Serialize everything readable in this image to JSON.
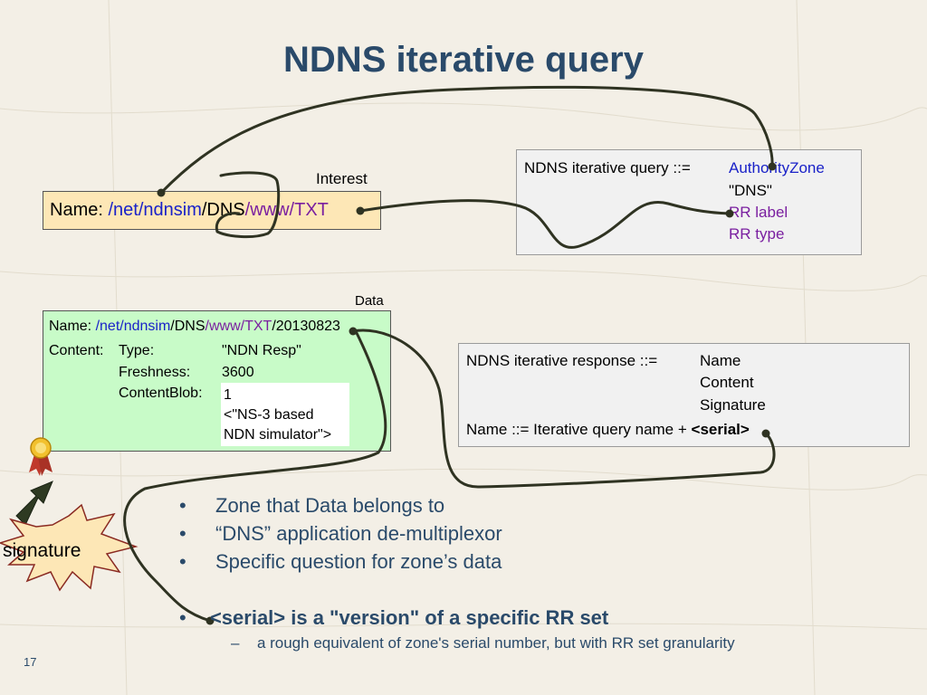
{
  "title": "NDNS iterative query",
  "interest": {
    "caption": "Interest",
    "name_label": "Name:",
    "seg_prefix": "/net/ndnsim",
    "seg_dns": "/DNS",
    "seg_label": "/www",
    "seg_type": "/TXT"
  },
  "query_def": {
    "lhs": "NDNS iterative query ::=",
    "items": [
      "AuthorityZone",
      "\"DNS\"",
      "RR label",
      "RR type"
    ]
  },
  "data_packet": {
    "caption": "Data",
    "name_label": "Name:",
    "seg_prefix": "/net/ndnsim",
    "seg_dns": "/DNS",
    "seg_label": "/www",
    "seg_type": "/TXT",
    "seg_serial": "/20130823",
    "content_label": "Content:",
    "type_label": "Type:",
    "type_value": "\"NDN Resp\"",
    "freshness_label": "Freshness:",
    "freshness_value": "3600",
    "blob_label": "ContentBlob:",
    "blob_lines": [
      "1",
      "<\"NS-3 based",
      "NDN simulator\">"
    ]
  },
  "response_def": {
    "lhs": "NDNS iterative response ::=",
    "items": [
      "Name",
      "Content",
      "Signature"
    ],
    "name_rule": "Name ::= Iterative query name +",
    "name_rule_bold": "<serial>"
  },
  "signature_label": "signature",
  "bullets": [
    "Zone that Data belongs to",
    "“DNS” application de-multiplexor",
    "Specific question for zone’s data"
  ],
  "bullet_serial": "<serial> is a \"version\" of a specific RR set",
  "sub_bullet": "a rough equivalent of zone's serial number, but with RR set granularity",
  "bullet_char": "•",
  "dash_char": "–",
  "page_number": "17",
  "colors": {
    "title": "#2a4a6a",
    "blue": "#1a22c8",
    "purple": "#7a1fa0",
    "interest_fill": "#fde7b6",
    "data_fill": "#c8fbc8",
    "connector": "#2f3322"
  }
}
